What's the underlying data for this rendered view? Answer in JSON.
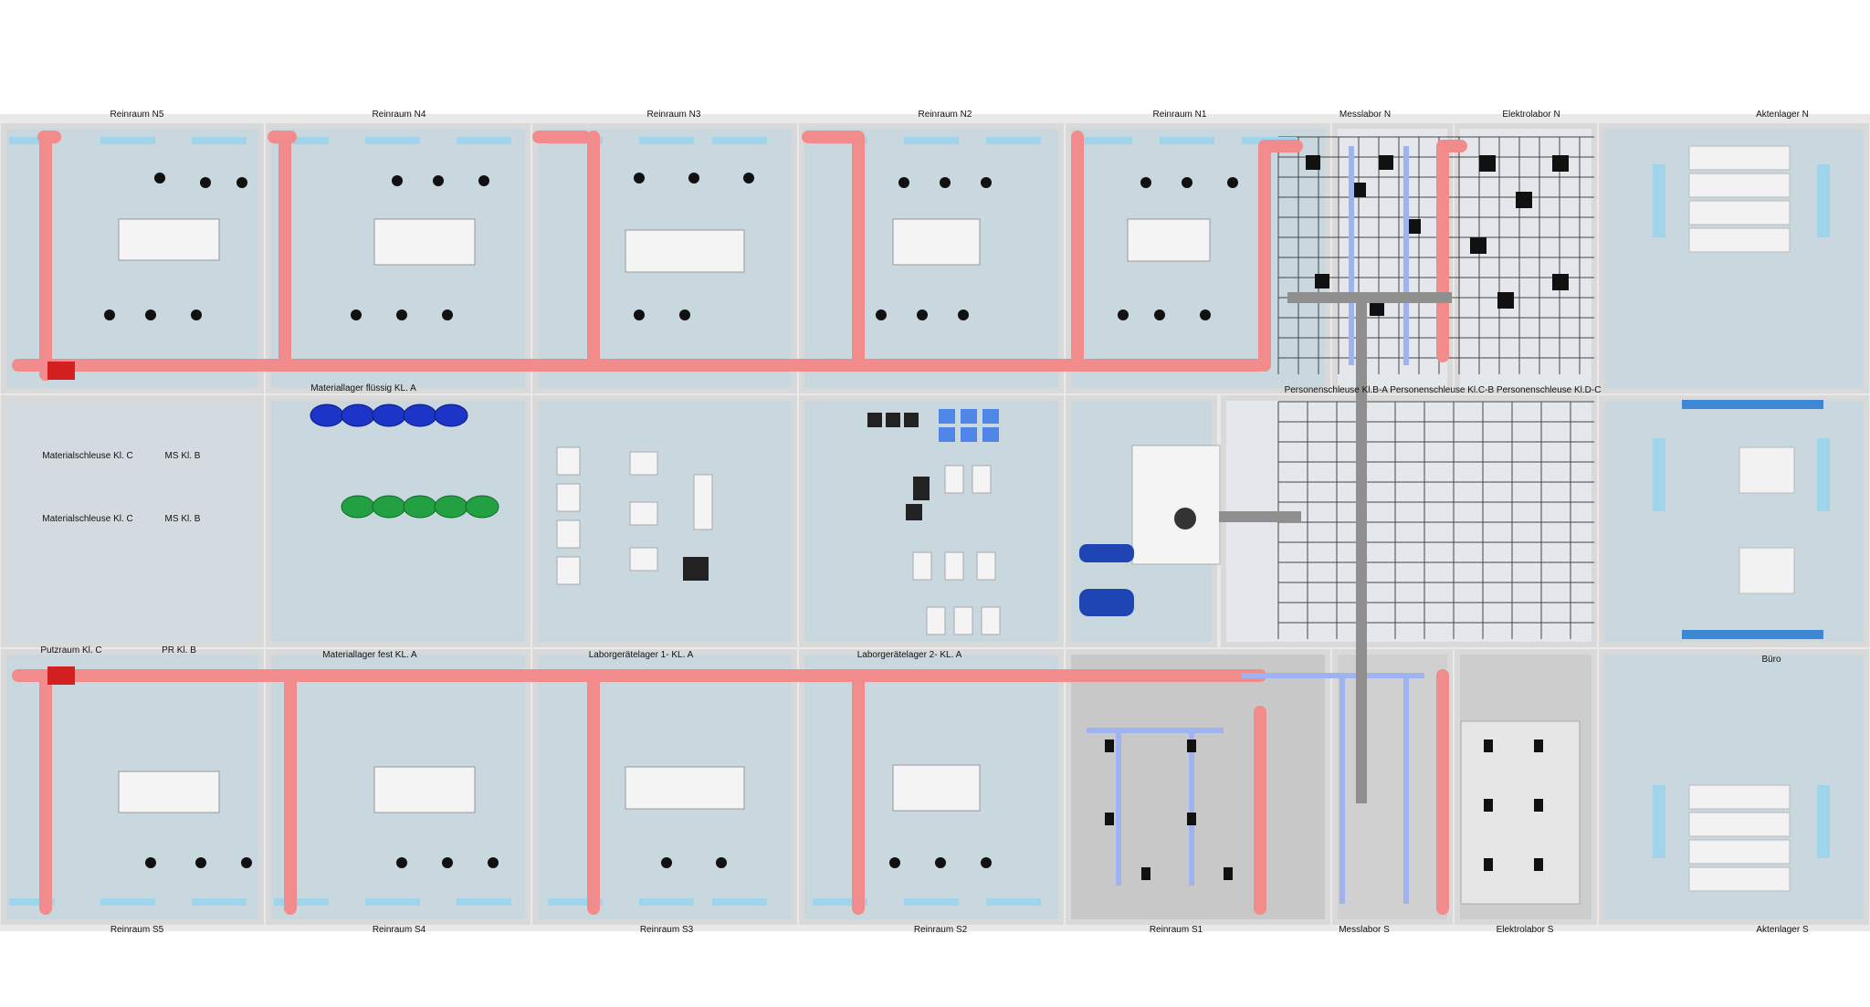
{
  "colors": {
    "floor": "#c9d7df",
    "wall": "#e6e6e6",
    "wall_dark": "#b9b9b9",
    "duct_red": "#f28b8b",
    "duct_blue": "#9fb3f0",
    "window": "#9fd4ea",
    "tank_blue": "#1c34c7",
    "tank_green": "#22a042",
    "machine_blue": "#1f45b5",
    "grey_slab": "#c8c8c8"
  },
  "top_rooms": [
    "Reinraum N5",
    "Reinraum N4",
    "Reinraum N3",
    "Reinraum N2",
    "Reinraum N1",
    "Messlabor N",
    "Elektrolabor N",
    "Aktenlager N"
  ],
  "bottom_rooms": [
    "Reinraum S5",
    "Reinraum S4",
    "Reinraum S3",
    "Reinraum S2",
    "Reinraum S1",
    "Messlabor S",
    "Elektrolabor S",
    "Aktenlager S"
  ],
  "middle_labels": {
    "matlager_fluessig": "Materiallager flüssig  KL. A",
    "matschleuse_c1": "Materialschleuse Kl. C",
    "matschleuse_c2": "Materialschleuse Kl. C",
    "ms_kl_b1": "MS Kl. B",
    "ms_kl_b2": "MS Kl. B",
    "putzraum": "Putzraum Kl. C",
    "pr_kl_b": "PR Kl. B",
    "matlager_fest": "Materiallager fest KL. A",
    "laborgeraete1": "Laborgerätelager 1- KL. A",
    "laborgeraete2": "Laborgerätelager  2- KL. A",
    "personenschleusen": "Personenschleuse Kl.B-A   Personenschleuse Kl.C-B  Personenschleuse Kl.D-C",
    "buero": "Büro"
  }
}
